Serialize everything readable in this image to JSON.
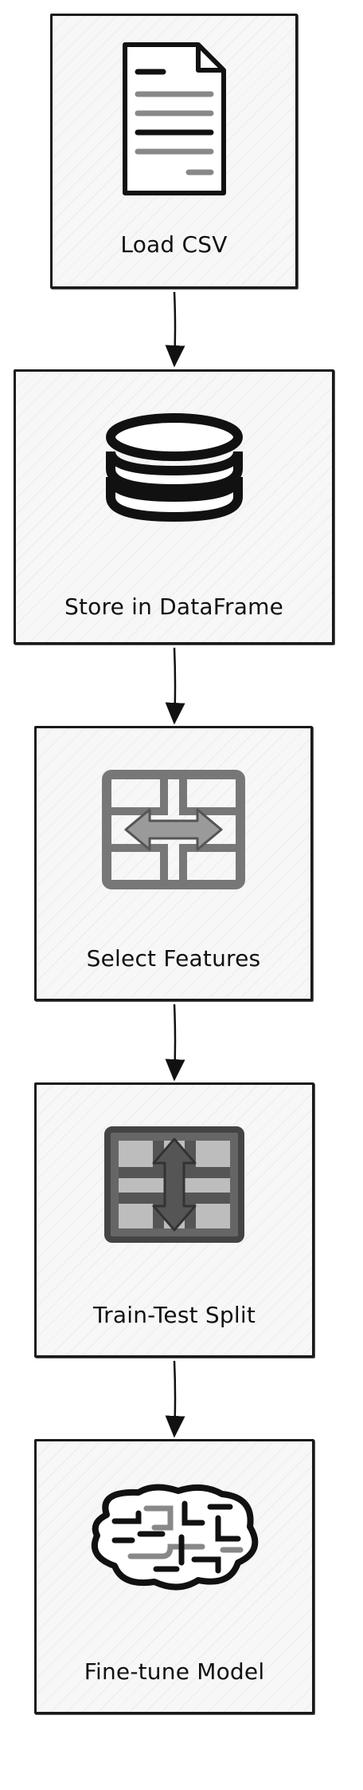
{
  "diagram": {
    "steps": [
      {
        "label": "Load CSV",
        "icon": "document-icon"
      },
      {
        "label": "Store in DataFrame",
        "icon": "database-icon"
      },
      {
        "label": "Select Features",
        "icon": "horizontal-arrows-icon"
      },
      {
        "label": "Train-Test Split",
        "icon": "vertical-arrows-icon"
      },
      {
        "label": "Fine-tune Model",
        "icon": "brain-icon"
      }
    ]
  }
}
